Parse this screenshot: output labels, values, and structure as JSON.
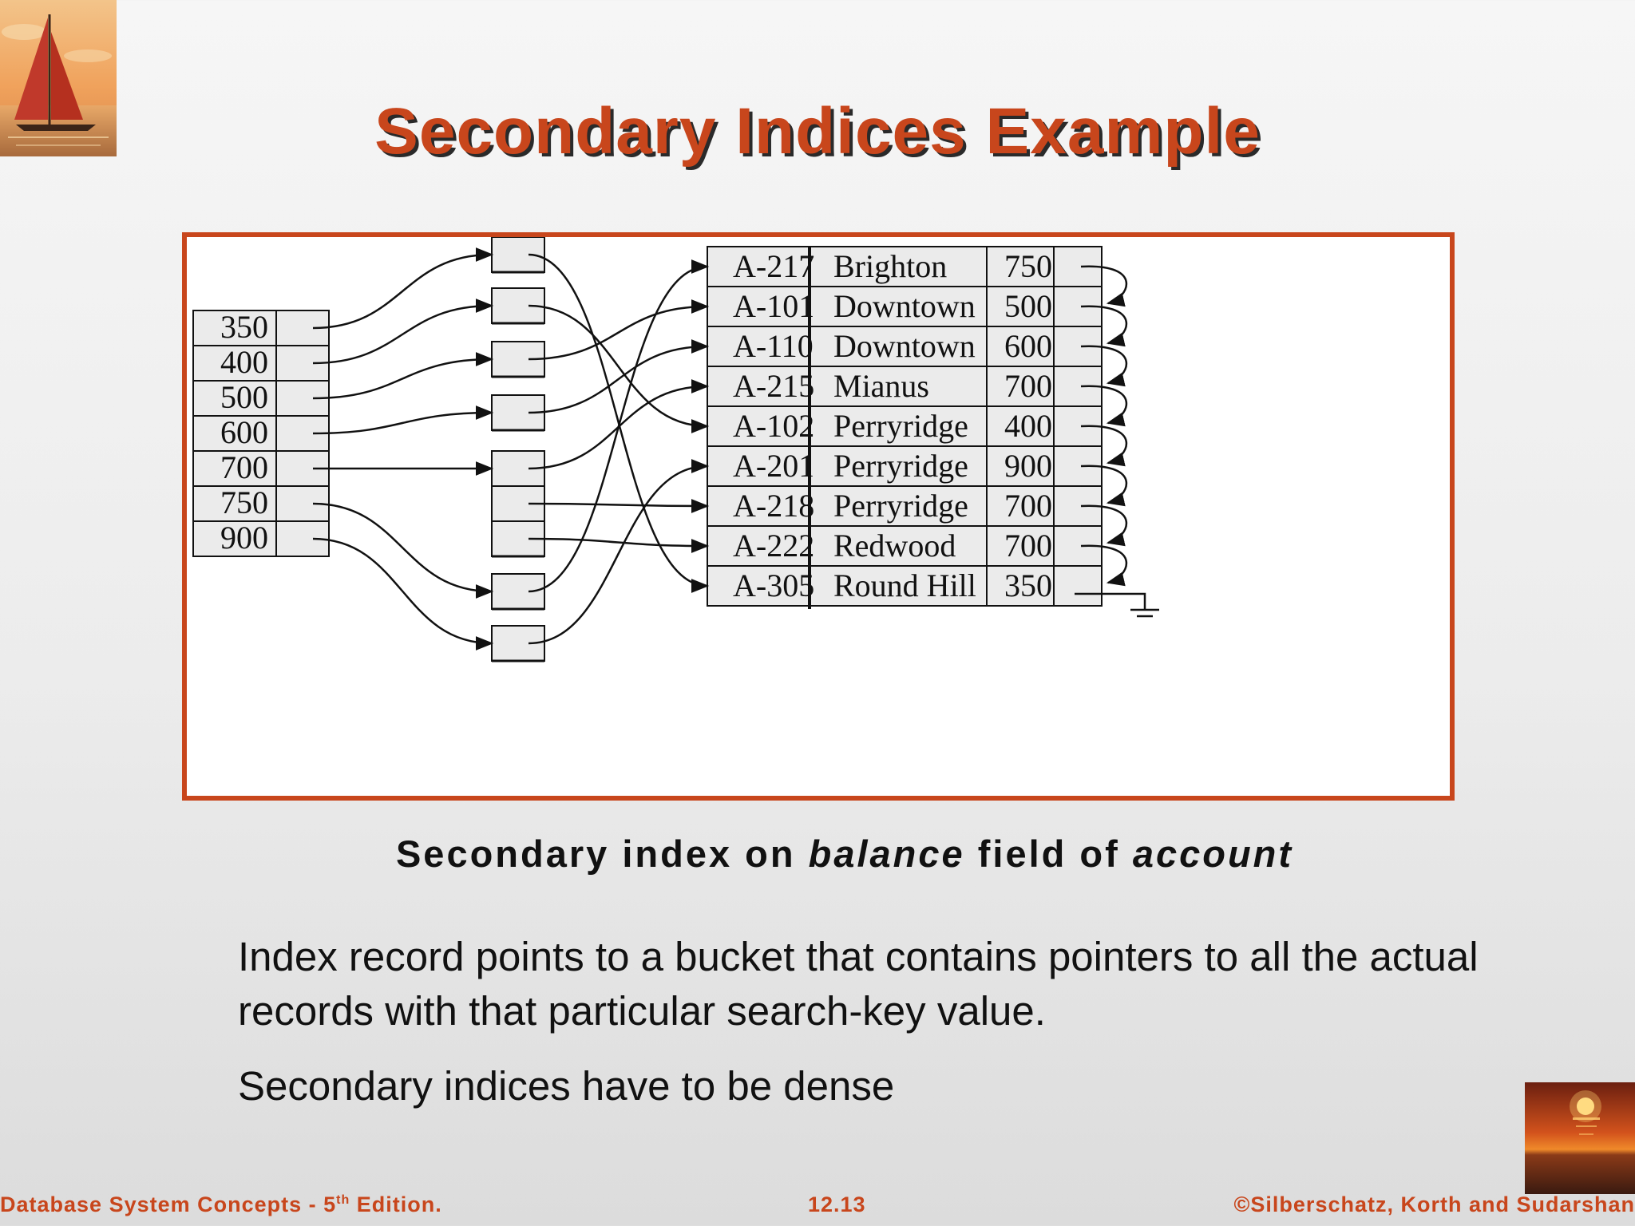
{
  "title": "Secondary Indices Example",
  "diagram": {
    "index_keys": [
      "350",
      "400",
      "500",
      "600",
      "700",
      "750",
      "900"
    ],
    "records": [
      {
        "account": "A-217",
        "branch": "Brighton",
        "balance": "750"
      },
      {
        "account": "A-101",
        "branch": "Downtown",
        "balance": "500"
      },
      {
        "account": "A-110",
        "branch": "Downtown",
        "balance": "600"
      },
      {
        "account": "A-215",
        "branch": "Mianus",
        "balance": "700"
      },
      {
        "account": "A-102",
        "branch": "Perryridge",
        "balance": "400"
      },
      {
        "account": "A-201",
        "branch": "Perryridge",
        "balance": "900"
      },
      {
        "account": "A-218",
        "branch": "Perryridge",
        "balance": "700"
      },
      {
        "account": "A-222",
        "branch": "Redwood",
        "balance": "700"
      },
      {
        "account": "A-305",
        "branch": "Round Hill",
        "balance": "350"
      }
    ]
  },
  "caption": {
    "part1": "Secondary index on ",
    "em1": "balance",
    "part2": " field of ",
    "em2": "account"
  },
  "bullets": [
    "Index record points to a bucket that contains pointers to all the actual records with that particular search-key value.",
    "Secondary indices have to be dense"
  ],
  "footer": {
    "left_prefix": "Database System Concepts - 5",
    "left_sup": "th",
    "left_suffix": " Edition.",
    "page": "12.13",
    "right": "©Silberschatz, Korth and Sudarshan"
  }
}
